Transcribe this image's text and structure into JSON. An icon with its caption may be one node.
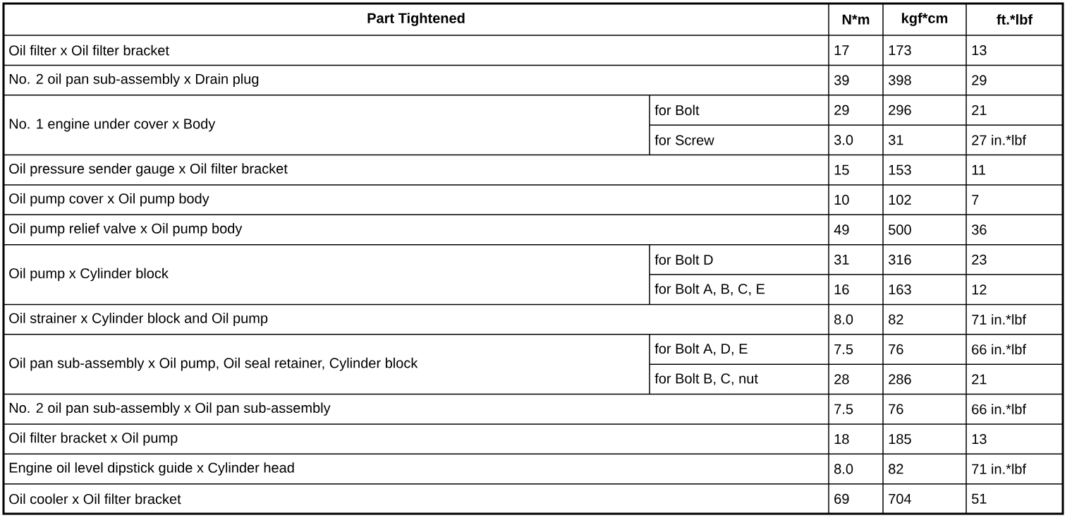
{
  "diagram": {
    "labels": [
      "Part Tightened",
      "N*m",
      "kgf*cm",
      "ft.*lbf",
      "Oil filter x Oil filter bracket",
      "17",
      "173",
      "13",
      "No. 2 oil pan sub-assembly x Drain plug",
      "39",
      "398",
      "29",
      "No. 1 engine under cover x Body",
      "for Bolt",
      "29",
      "296",
      "21",
      "for Screw",
      "3.0",
      "31",
      "27 in.*lbf",
      "Oil pressure sender gauge x Oil filter bracket",
      "15",
      "153",
      "11",
      "Oil pump cover x Oil pump body",
      "10",
      "102",
      "7",
      "Oil pump relief valve x Oil pump body",
      "49",
      "500",
      "36",
      "Oil pump x Cylinder block",
      "for Bolt D",
      "31",
      "316",
      "23",
      "for Bolt A, B, C, E",
      "16",
      "163",
      "12",
      "Oil strainer x Cylinder block and Oil pump",
      "8.0",
      "82",
      "71 in.*lbf",
      "Oil pan sub-assembly x Oil pump, Oil seal retainer, Cylinder block",
      "for Bolt A, D, E",
      "7.5",
      "76",
      "66 in.*lbf",
      "for Bolt B, C, nut",
      "28",
      "286",
      "21",
      "No. 2 oil pan sub-assembly x Oil pan sub-assembly",
      "7.5",
      "76",
      "66 in.*lbf",
      "Oil filter bracket x Oil pump",
      "18",
      "185",
      "13",
      "Engine oil level dipstick guide x Cylinder head",
      "8.0",
      "82",
      "71 in.*lbf",
      "Oil cooler x Oil filter bracket",
      "69",
      "704",
      "51"
    ]
  }
}
